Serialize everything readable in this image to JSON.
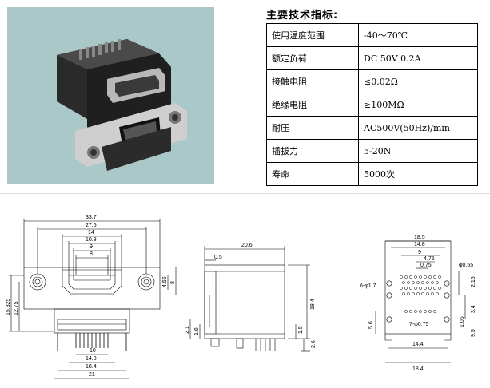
{
  "spec_title": "主要技术指标:",
  "specs": [
    {
      "label": "使用温度范围",
      "value": "-40～70℃"
    },
    {
      "label": "额定负荷",
      "value": "DC 50V 0.2A"
    },
    {
      "label": "接触电阻",
      "value": "≤0.02Ω"
    },
    {
      "label": "绝缘电阻",
      "value": "≥100MΩ"
    },
    {
      "label": "耐压",
      "value": "AC500V(50Hz)/min"
    },
    {
      "label": "插拔力",
      "value": "5-20N"
    },
    {
      "label": "寿命",
      "value": "5000次"
    }
  ],
  "front_view": {
    "top_dims": [
      "33.7",
      "27.5",
      "14",
      "10.8",
      "9",
      "8"
    ],
    "bottom_dims": [
      "10",
      "14.8",
      "18.4",
      "21"
    ],
    "left_dims": [
      "15.325",
      "12.75"
    ],
    "right_dims": [
      "4.55",
      "8"
    ]
  },
  "side_view": {
    "dims": [
      "20.6",
      "0.5",
      "18.4",
      "2.1",
      "1.6",
      "1.5",
      "2.6"
    ]
  },
  "footprint_view": {
    "dims": [
      "18.5",
      "14.8",
      "9",
      "4.75",
      "0.75",
      "φ0.55",
      "6-φ1.7",
      "7-φ0.75",
      "2.15",
      "3.4",
      "1.05",
      "9.5",
      "5.6",
      "14.4",
      "18.4"
    ]
  }
}
